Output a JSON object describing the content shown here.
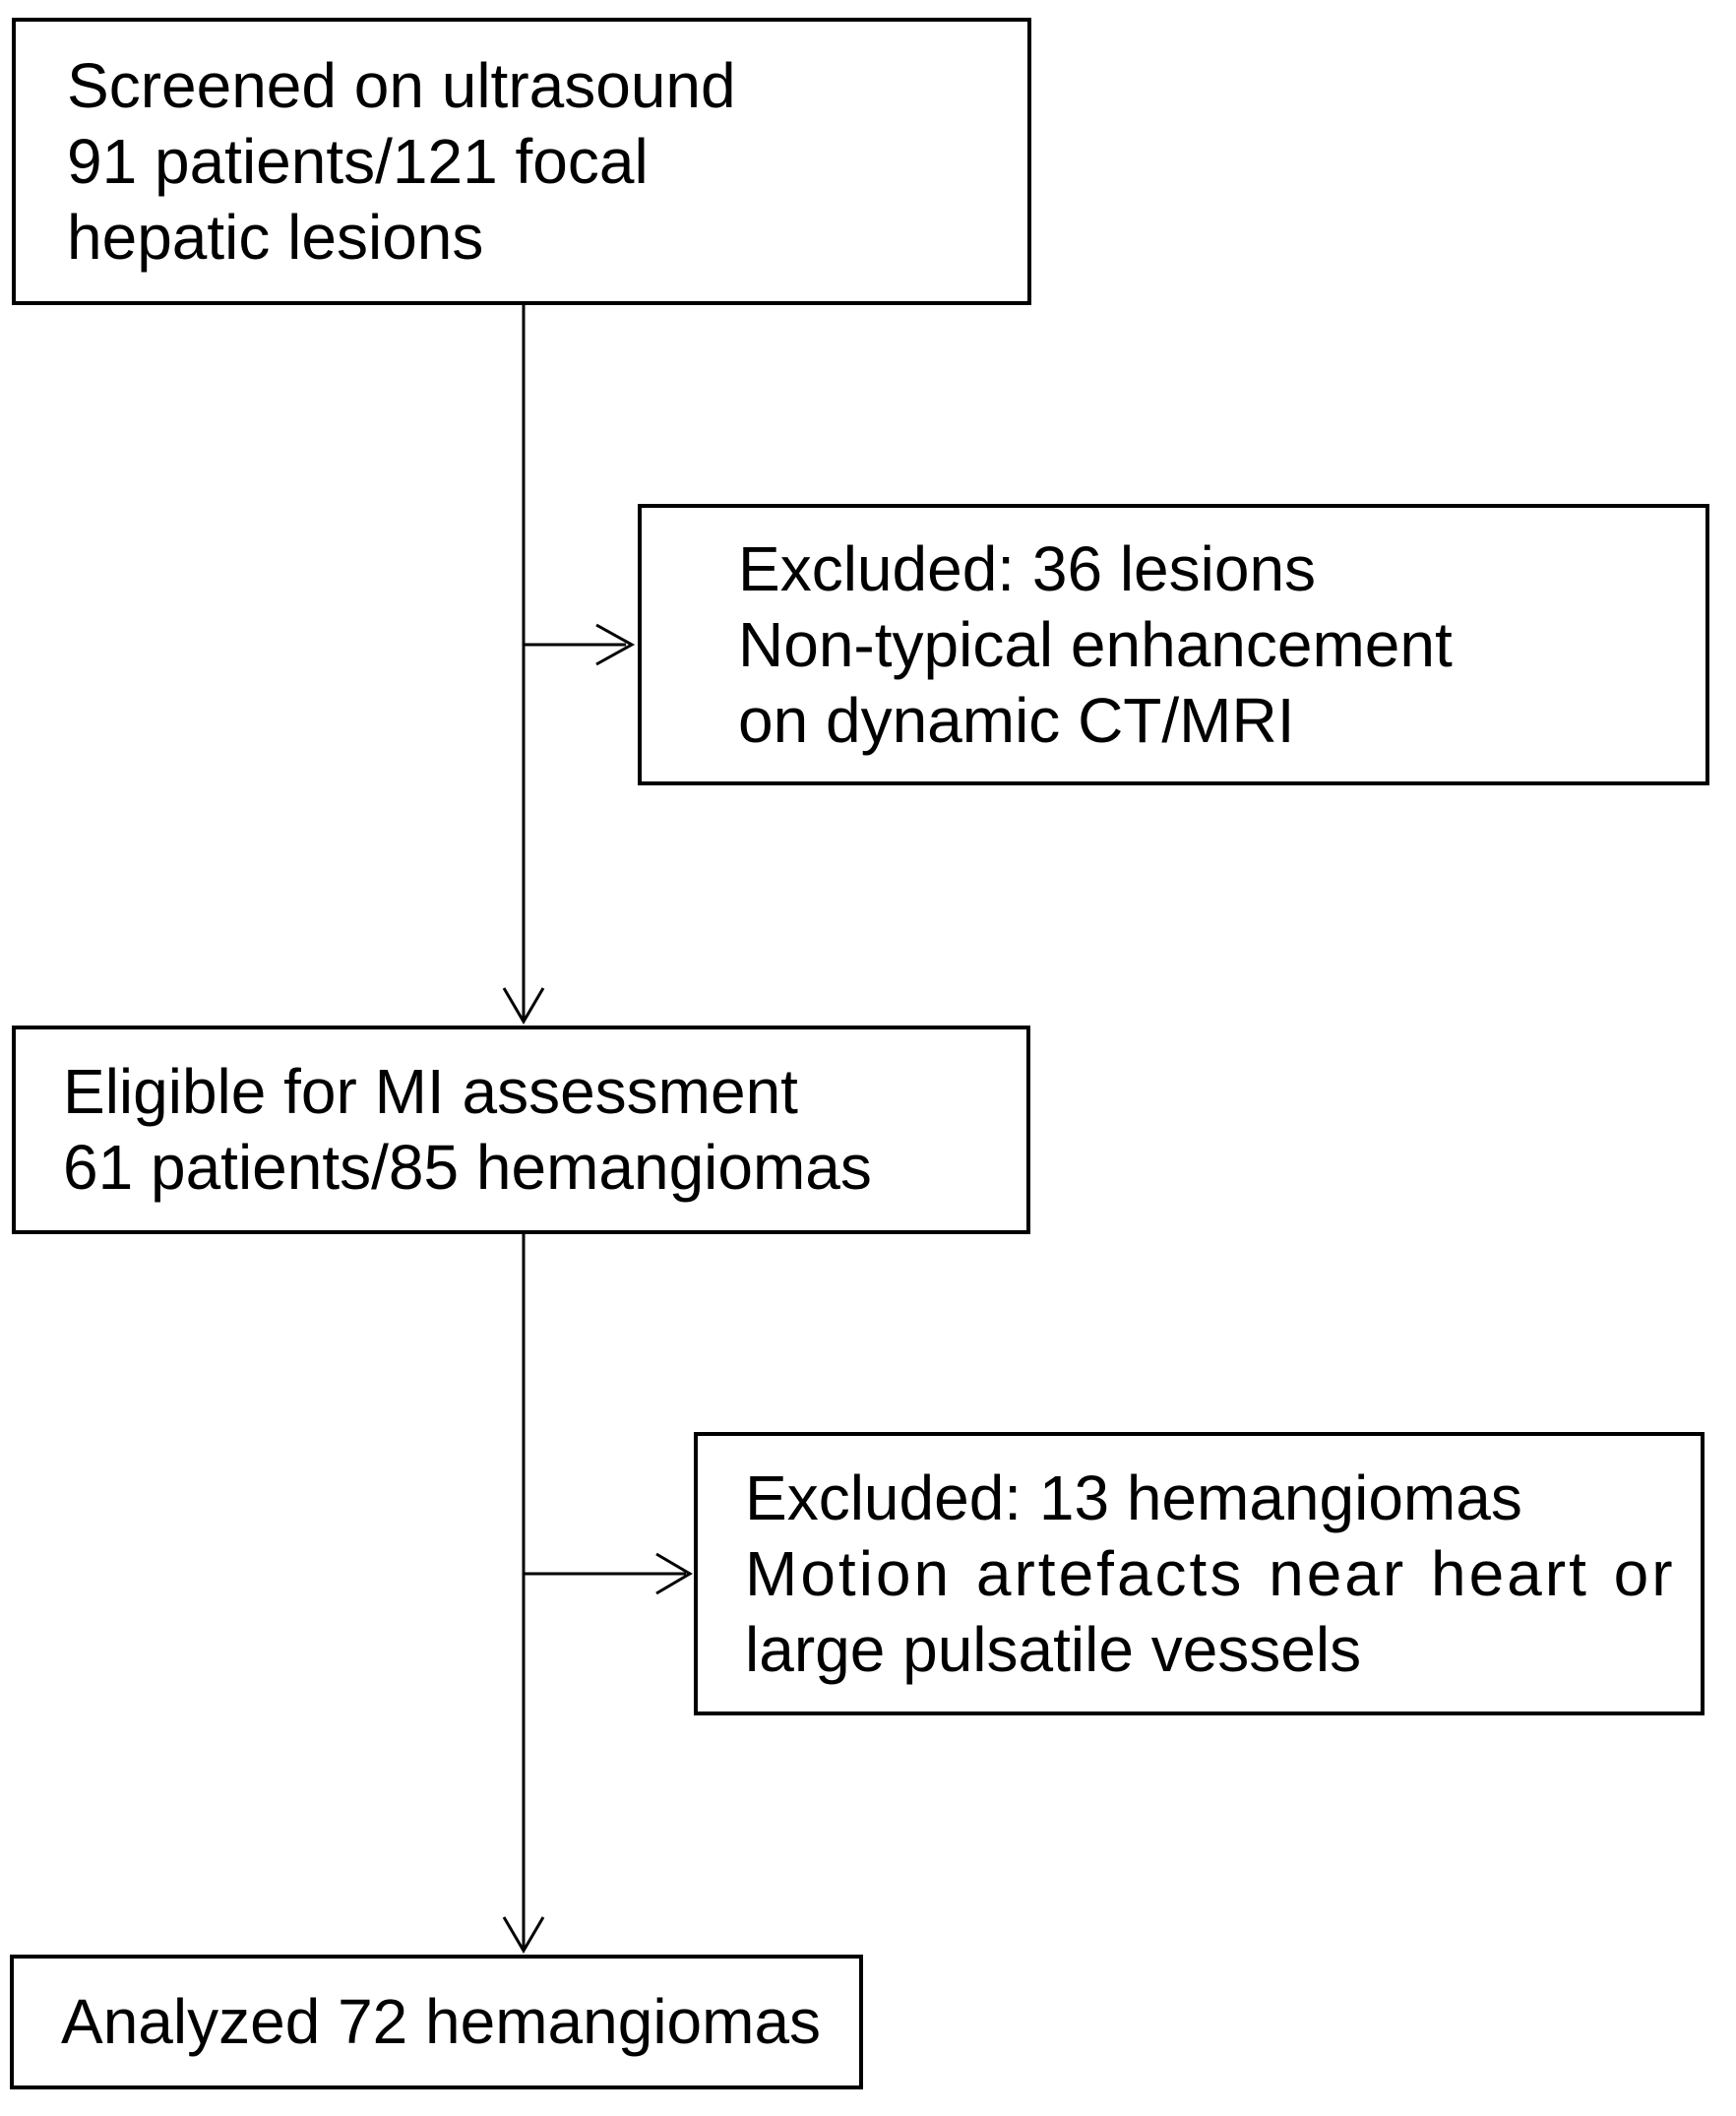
{
  "flowchart": {
    "background_color": "#ffffff",
    "line_color": "#000000",
    "nodes": {
      "screened": {
        "line1": "Screened on ultrasound",
        "line2": "91 patients/121 focal",
        "line3": "hepatic lesions"
      },
      "excluded1": {
        "line1": "Excluded: 36 lesions",
        "line2": "Non-typical enhancement",
        "line3": "on dynamic CT/MRI"
      },
      "eligible": {
        "line1": "Eligible for MI assessment",
        "line2": "61 patients/85 hemangiomas"
      },
      "excluded2": {
        "line1": "Excluded: 13 hemangiomas",
        "line2": "Motion artefacts near heart or",
        "line3": "large pulsatile vessels"
      },
      "analyzed": {
        "line1": "Analyzed 72 hemangiomas"
      }
    }
  }
}
